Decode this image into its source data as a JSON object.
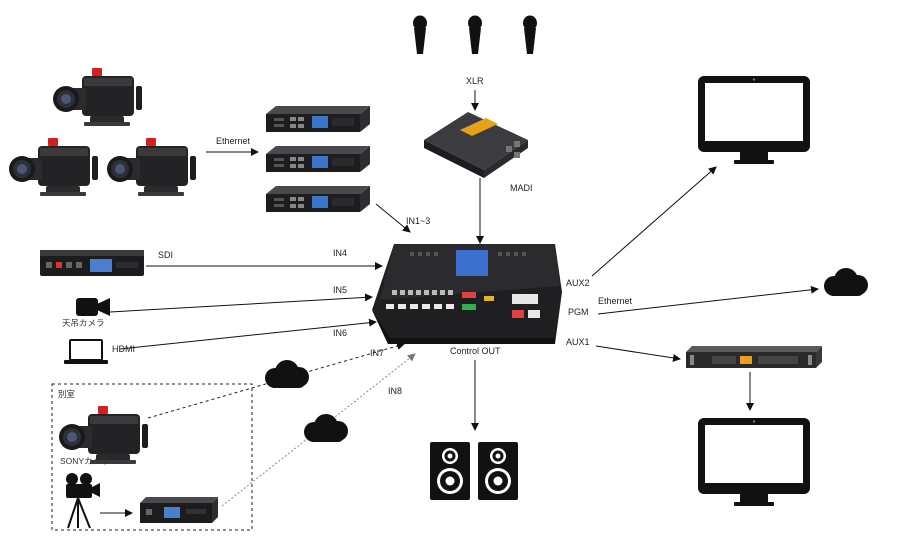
{
  "labels": {
    "ethernet_cams": "Ethernet",
    "xlr": "XLR",
    "madi": "MADI",
    "in1_3": "IN1~3",
    "sdi": "SDI",
    "in4": "IN4",
    "in5": "IN5",
    "ceiling_camera": "天吊カメラ",
    "in6": "IN6",
    "hdmi": "HDMI",
    "in7": "IN7",
    "in8": "IN8",
    "separate_room": "別室",
    "sony_camera": "SONYカメラ",
    "control_out": "Control OUT",
    "aux2": "AUX2",
    "pgm": "PGM",
    "ethernet_pgm": "Ethernet",
    "aux1": "AUX1"
  },
  "icons": {
    "microphone": "microphone-icon",
    "studio_camera": "studio-camera-icon",
    "converter": "converter-box-icon",
    "audio_converter": "audio-converter-icon",
    "switcher": "atem-switcher-icon",
    "recorder": "hyperdeck-recorder-icon",
    "ptz_camera": "ceiling-camera-icon",
    "laptop": "laptop-icon",
    "cloud": "cloud-icon",
    "cine_camera": "cine-camera-on-tripod-icon",
    "encoder": "streaming-encoder-icon",
    "speaker": "speaker-icon",
    "monitor": "monitor-icon",
    "rack_unit": "rack-converter-icon"
  },
  "colors": {
    "line": "#111111",
    "dashed": "#222222",
    "dotted": "#888888",
    "device_body": "#1c1c1e",
    "tally": "#e02020",
    "screen": "#4a7fd0"
  }
}
